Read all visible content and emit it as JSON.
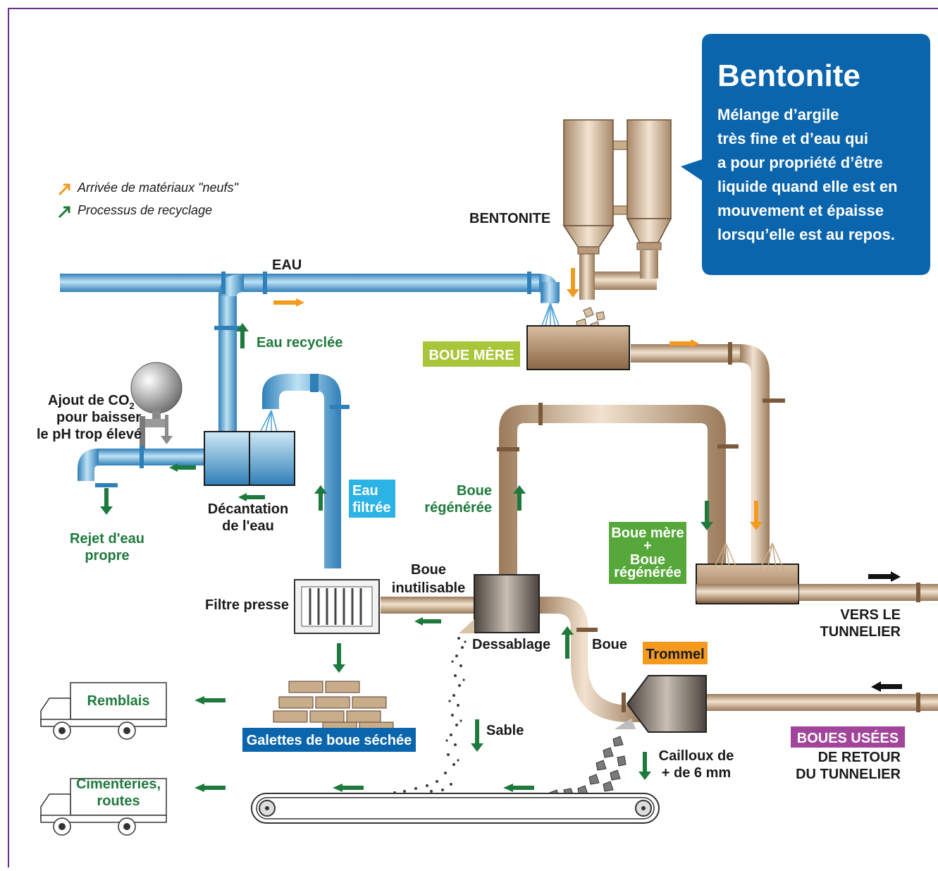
{
  "legend": {
    "new_materials": "Arrivée de matériaux \"neufs\"",
    "recycling": "Processus de recyclage",
    "new_color": "#f39a1f",
    "recycle_color": "#1e7a3c"
  },
  "info_box": {
    "title": "Bentonite",
    "lines": [
      "Mélange d’argile",
      "très fine et d’eau qui",
      "a pour propriété d’être",
      "liquide quand elle est en",
      "mouvement et épaisse",
      "lorsqu’elle est au repos."
    ],
    "color": "#0b65ad"
  },
  "labels": {
    "bentonite": "BENTONITE",
    "eau": "EAU",
    "eau_recyclee": "Eau recyclée",
    "boue_mere": "BOUE MÈRE",
    "co2_line1": "Ajout de CO",
    "co2_sub": "2",
    "co2_line2": "pour baisser",
    "co2_line3": "le pH trop élevé",
    "rejet_line1": "Rejet d'eau",
    "rejet_line2": "propre",
    "decantation_line1": "Décantation",
    "decantation_line2": "de l'eau",
    "eau_filtree_line1": "Eau",
    "eau_filtree_line2": "filtrée",
    "boue_regeneree_line1": "Boue",
    "boue_regeneree_line2": "régénérée",
    "mix_line1": "Boue mère",
    "mix_line2": "+",
    "mix_line3": "Boue",
    "mix_line4": "régénérée",
    "boue_inutilisable_line1": "Boue",
    "boue_inutilisable_line2": "inutilisable",
    "filtre_presse": "Filtre presse",
    "dessablage": "Dessablage",
    "boue": "Boue",
    "trommel": "Trommel",
    "vers_line1": "VERS LE",
    "vers_line2": "TUNNELIER",
    "galettes": "Galettes de boue séchée",
    "sable": "Sable",
    "cailloux_line1": "Cailloux de",
    "cailloux_line2": "+ de 6 mm",
    "boues_usees": "BOUES USÉES",
    "retour_line1": "DE RETOUR",
    "retour_line2": "DU TUNNELIER",
    "remblais": "Remblais",
    "cimenteries_line1": "Cimenteries,",
    "cimenteries_line2": "routes"
  },
  "colors": {
    "water_pipe": "#4a9fd4",
    "mud_pipe": "#c9ad8a",
    "border": "#6b2d8a",
    "boue_mere_bg": "#a9c63a",
    "eau_filtree_bg": "#2cb3e6",
    "mix_bg": "#56a83a",
    "galettes_bg": "#0b65ad",
    "trommel_bg": "#f39a1f",
    "boues_usees_bg": "#a2459a"
  }
}
